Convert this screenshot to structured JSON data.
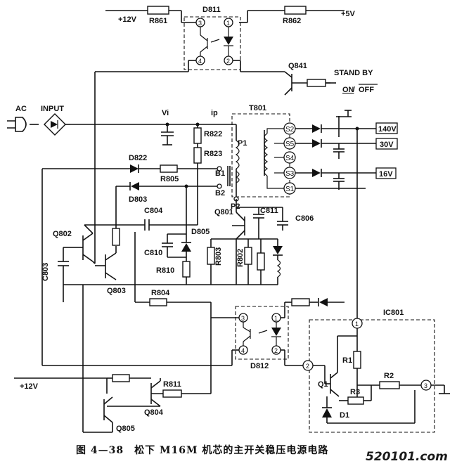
{
  "caption": "图 4—38　松下 M16M 机芯的主开关稳压电源电路",
  "watermark": "520101.com",
  "labels": {
    "plus12v_top": "+12V",
    "plus5v": "+5V",
    "plus12v_bottom": "+12V",
    "ac": "AC",
    "input": "INPUT",
    "stand_by": "STAND BY",
    "on": "ON",
    "off": "OFF",
    "vi": "Vi",
    "ip": "ip",
    "t801": "T801",
    "v140": "140V",
    "v30": "30V",
    "v16": "16V",
    "ic801": "IC801"
  },
  "parts": {
    "r861": "R861",
    "r862": "R862",
    "d811": "D811",
    "q841": "Q841",
    "r822": "R822",
    "r823": "R823",
    "p1": "P1",
    "b1": "B1",
    "b2": "B2",
    "p2": "P2",
    "s2": "S2",
    "s5": "S5",
    "s4": "S4",
    "s3": "S3",
    "s1": "S1",
    "d822": "D822",
    "r805": "R805",
    "d803": "D803",
    "c804": "C804",
    "q802": "Q802",
    "c803": "C803",
    "q803": "Q803",
    "c810": "C810",
    "d805": "D805",
    "r810": "R810",
    "q801": "Q801",
    "c811": "C811",
    "c806": "C806",
    "r803": "R803",
    "r802": "R802",
    "r804": "R804",
    "d812": "D812",
    "r1": "R1",
    "q1": "Q1",
    "r3": "R3",
    "r2": "R2",
    "d1": "D1",
    "r811": "R811",
    "q804": "Q804",
    "q805": "Q805"
  },
  "pins": {
    "n1": "1",
    "n2": "2",
    "n3": "3",
    "n4": "4"
  }
}
